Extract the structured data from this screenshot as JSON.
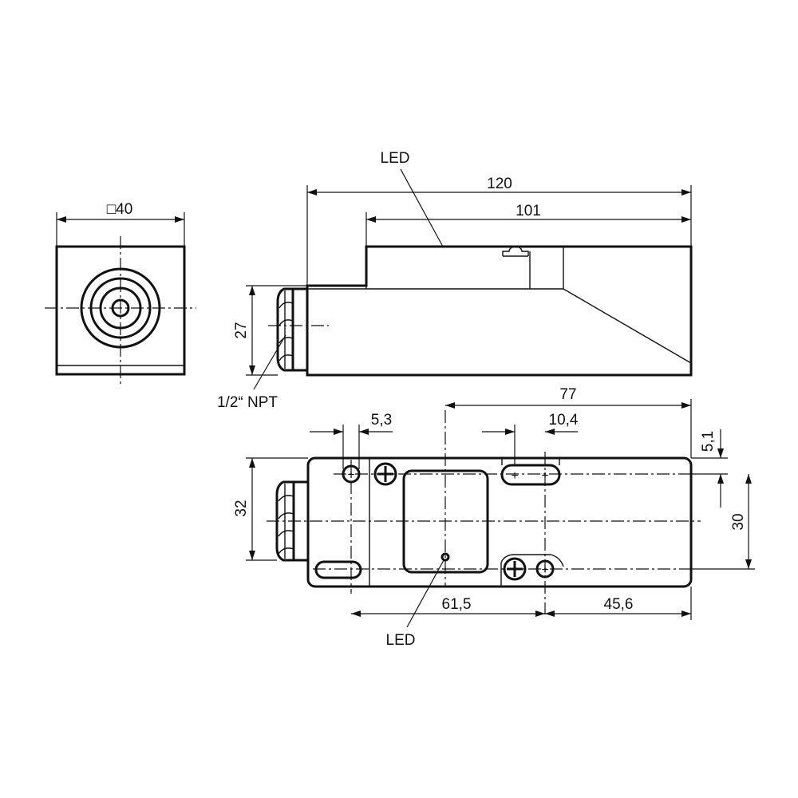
{
  "end_view": {
    "square_label": "□40"
  },
  "side_view": {
    "led_label": "LED",
    "length_total": "120",
    "length_upper": "101",
    "height": "27",
    "thread_label": "1/2“ NPT"
  },
  "top_view": {
    "length_77": "77",
    "slot_5_3": "5,3",
    "slot_10_4": "10,4",
    "offset_5_1": "5,1",
    "width_32": "32",
    "spacing_30": "30",
    "length_61_5": "61,5",
    "length_45_6": "45,6",
    "led_label": "LED"
  }
}
